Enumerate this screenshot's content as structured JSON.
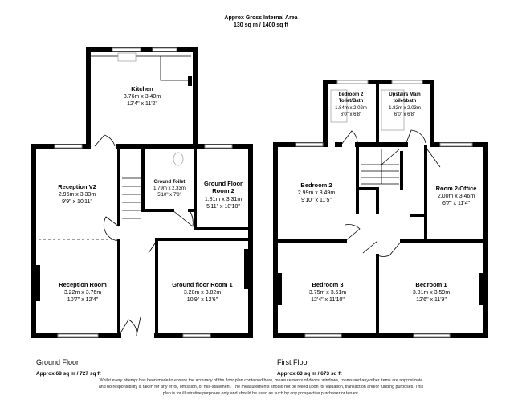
{
  "header": {
    "title": "Approx Gross Internal Area",
    "area": "130 sq m / 1400 sq ft"
  },
  "ground_floor": {
    "label": "Ground Floor",
    "area": "Approx 68 sq m / 727 sq ft",
    "rooms": [
      {
        "name": "Kitchen",
        "metric": "3.76m x 3.40m",
        "imperial": "12'4\" x 11'2\""
      },
      {
        "name": "Reception V2",
        "metric": "2.96m x 3.33m",
        "imperial": "9'9\" x 10'11\""
      },
      {
        "name": "Ground Toilet",
        "metric": "1.79m x 2.33m",
        "imperial": "5'10\" x 7'8\""
      },
      {
        "name": "Ground Floor",
        "name2": "Room 2",
        "metric": "1.81m x 3.31m",
        "imperial": "5'11\" x 10'10\""
      },
      {
        "name": "Reception Room",
        "metric": "3.22m x 3.76m",
        "imperial": "10'7\" x 12'4\""
      },
      {
        "name": "Ground floor Room 1",
        "metric": "3.28m x 3.82m",
        "imperial": "10'9\" x 12'6\""
      }
    ]
  },
  "first_floor": {
    "label": "First Floor",
    "area": "Approx 63 sq m / 673 sq ft",
    "rooms": [
      {
        "name": "bedroom 2",
        "name2": "Toilet/Bath",
        "metric": "1.84m x 2.02m",
        "imperial": "6'0\" x 6'8\""
      },
      {
        "name": "Upstairs Main",
        "name2": "toilet/bath",
        "metric": "1.82m x 2.03m",
        "imperial": "6'0\" x 6'8\""
      },
      {
        "name": "Bedroom 2",
        "metric": "2.99m x 3.49m",
        "imperial": "9'10\" x 11'5\""
      },
      {
        "name": "Room 2/Office",
        "metric": "2.00m x 3.46m",
        "imperial": "6'7\" x 11'4\""
      },
      {
        "name": "Bedroom 3",
        "metric": "3.75m x 3.61m",
        "imperial": "12'4\" x 11'10\""
      },
      {
        "name": "Bedroom 1",
        "metric": "3.81m x 3.59m",
        "imperial": "12'6\" x 11'9\""
      }
    ]
  },
  "disclaimer": "Whilst every attempt has been made to ensure the accuracy of the floor plan contained here, measurements of doors, windows, rooms and any other items are approximate and no responsibility is taken for any error, omission, or mis-statement. The measurements should not be relied upon for valuation, transaction and/or funding purposes. This plan is for illustrative purposes only and should be used as such by any prospective purchaser or tenant."
}
